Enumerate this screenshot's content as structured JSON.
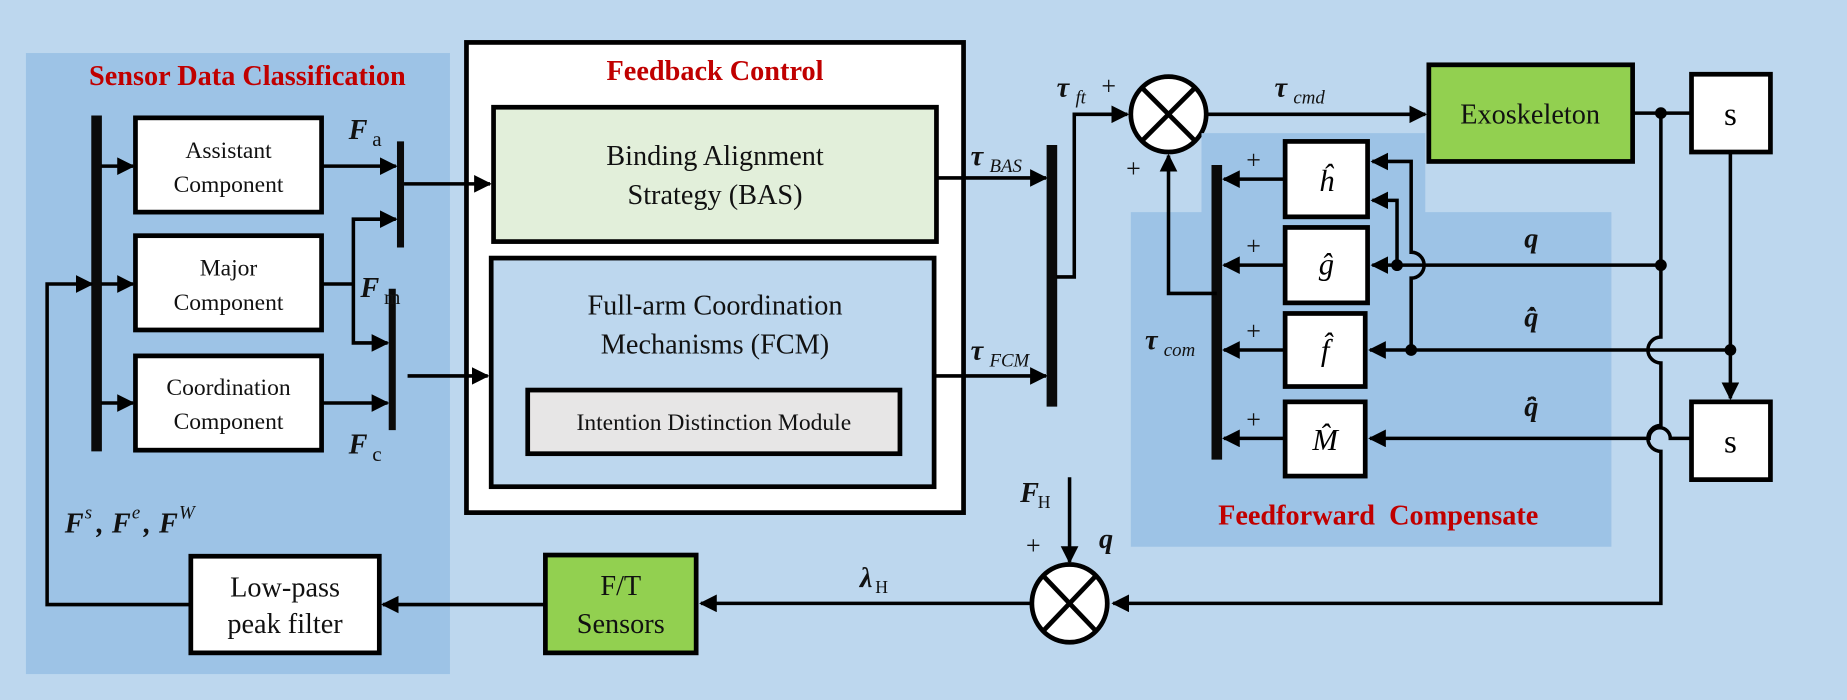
{
  "colors": {
    "background": "#bdd7ee",
    "panel": "#9dc3e6",
    "title": "#c00000",
    "green": "#92d050",
    "pale_green": "#e2efda",
    "light_blue": "#bdd7ee",
    "gray": "#e7e6e6",
    "white": "#ffffff"
  },
  "sensor_panel": {
    "title": "Sensor Data Classification",
    "components": [
      {
        "line1": "Assistant",
        "line2": "Component",
        "output": "F",
        "output_sub": "a"
      },
      {
        "line1": "Major",
        "line2": "Component",
        "output": "F",
        "output_sub": "m"
      },
      {
        "line1": "Coordination",
        "line2": "Component",
        "output": "F",
        "output_sub": "c"
      }
    ],
    "input_label": {
      "F": "F",
      "s": "s",
      "e": "e",
      "w": "W",
      "sep": ","
    }
  },
  "feedback_panel": {
    "title": "Feedback Control",
    "bas": {
      "line1": "Binding Alignment",
      "line2": "Strategy (BAS)"
    },
    "fcm": {
      "line1": "Full-arm Coordination",
      "line2": "Mechanisms (FCM)"
    },
    "idm": "Intention Distinction Module"
  },
  "signals": {
    "tau": "τ",
    "tau_bas_sub": "BAS",
    "tau_fcm_sub": "FCM",
    "tau_ft_sub": "ft",
    "tau_cmd_sub": "cmd",
    "tau_com_sub": "com",
    "q": "q",
    "q_dot_hat": "q̇̂",
    "q_ddot_hat": "q̈̂",
    "lambda": "λ",
    "lambda_sub": "H",
    "F_H": "F",
    "F_H_sub": "H",
    "plus": "+"
  },
  "feedforward_panel": {
    "title": "Feedforward  Compensate",
    "blocks": [
      "ĥ",
      "ĝ",
      "f̂",
      "M̂"
    ]
  },
  "plant": {
    "exoskeleton": "Exoskeleton",
    "s1": "s",
    "s2": "s"
  },
  "sensing": {
    "ft_line1": "F/T",
    "ft_line2": "Sensors",
    "lp_line1": "Low-pass",
    "lp_line2": "peak filter"
  }
}
